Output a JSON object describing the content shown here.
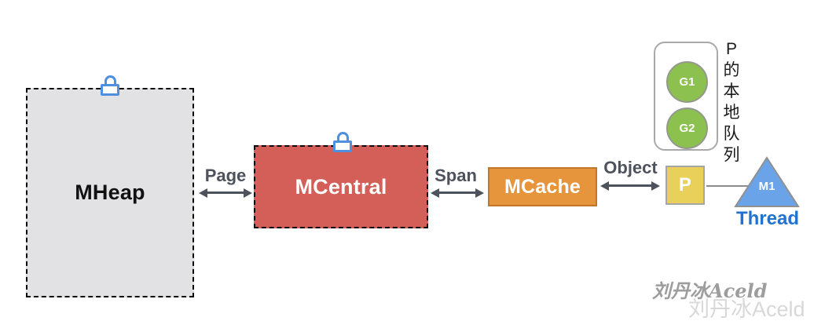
{
  "nodes": {
    "mheap": {
      "label": "MHeap"
    },
    "mcentral": {
      "label": "MCentral"
    },
    "mcache": {
      "label": "MCache"
    },
    "p": {
      "label": "P"
    },
    "m1": {
      "label": "M1"
    },
    "g1": {
      "label": "G1"
    },
    "g2": {
      "label": "G2"
    }
  },
  "edges": {
    "page": {
      "label": "Page"
    },
    "span": {
      "label": "Span"
    },
    "object": {
      "label": "Object"
    }
  },
  "labels": {
    "thread": "Thread",
    "queue_note_text": "P的本地队列"
  },
  "queue_note_chars": [
    "P",
    "的",
    "本",
    "地",
    "队",
    "列"
  ],
  "watermarks": {
    "primary": "刘丹冰Aceld",
    "secondary": "刘丹冰Aceld"
  },
  "colors": {
    "mheap_fill": "#e2e2e4",
    "mcentral_fill": "#d35f58",
    "mcache_fill": "#e6953c",
    "mcache_border": "#c1762a",
    "p_fill": "#e9d05b",
    "p_border": "#a6a6a6",
    "goroutine_fill": "#8cc04f",
    "goroutine_border": "#94988f",
    "triangle_fill": "#6aa3e8",
    "triangle_border": "#909090",
    "lock_blue": "#4e8fe0",
    "arrow": "#4d525c",
    "thread_text": "#2272cf",
    "queue_border": "#a9a9a9",
    "dashed_border": "#0a0a0a",
    "watermark_dark": "#9d9d9d",
    "watermark_light": "#d8d8d8"
  }
}
